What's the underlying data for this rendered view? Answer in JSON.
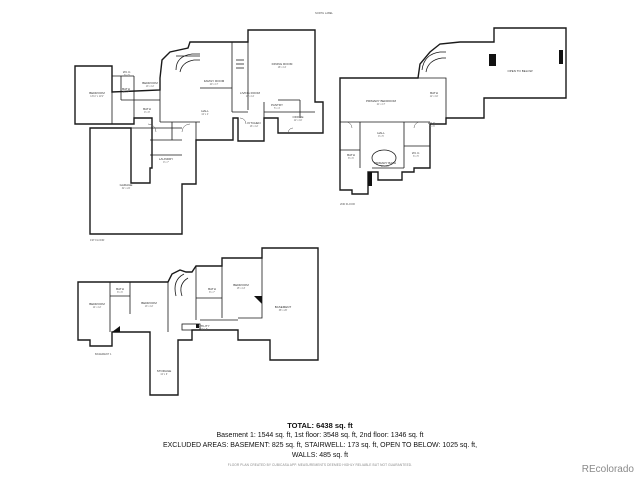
{
  "floorplans": {
    "upper_left": {
      "north_label": "NORTH LABEL",
      "rooms": [
        {
          "name": "BEDROOM",
          "size": "13'11\" x 11'9\""
        },
        {
          "name": "BATH",
          "size": "8' x 7'"
        },
        {
          "name": "W.I.C.",
          "size": "6' x 5'"
        },
        {
          "name": "BEDROOM",
          "size": "13' x 12'"
        },
        {
          "name": "BATH",
          "size": "9' x 8'"
        },
        {
          "name": "FAMILY ROOM",
          "size": "20' x 17'"
        },
        {
          "name": "DINING ROOM",
          "size": "18' x 14'"
        },
        {
          "name": "OFFICE",
          "size": "12' x 10'"
        },
        {
          "name": "HALL",
          "size": "10' x 4'"
        },
        {
          "name": "LAUNDRY",
          "size": "9' x 7'"
        },
        {
          "name": "KITCHEN",
          "size": "16' x 12'"
        },
        {
          "name": "LIVING ROOM",
          "size": "16' x 14'"
        },
        {
          "name": "PANTRY",
          "size": "5' x 4'"
        },
        {
          "name": "GARAGE",
          "size": "32' x 24'"
        },
        {
          "name": "1ST FLOOR",
          "size": ""
        }
      ]
    },
    "upper_right": {
      "rooms": [
        {
          "name": "OPEN TO BELOW",
          "size": ""
        },
        {
          "name": "PRIMARY BEDROOM",
          "size": "21' x 17'"
        },
        {
          "name": "HALL",
          "size": "9' x 5'"
        },
        {
          "name": "BATH",
          "size": "12' x 10'"
        },
        {
          "name": "W.I.C.",
          "size": "8' x 6'"
        },
        {
          "name": "PRIMARY BATH",
          "size": "14' x 12'"
        },
        {
          "name": "BATH",
          "size": "8' x 6'"
        },
        {
          "name": "W.I.C.",
          "size": "6' x 5'"
        },
        {
          "name": "2ND FLOOR",
          "size": ""
        }
      ]
    },
    "lower": {
      "rooms": [
        {
          "name": "BEDROOM",
          "size": "14' x 12'"
        },
        {
          "name": "BATH",
          "size": "8' x 6'"
        },
        {
          "name": "BEDROOM",
          "size": "13' x 12'"
        },
        {
          "name": "BATH",
          "size": "8' x 7'"
        },
        {
          "name": "BEDROOM",
          "size": "15' x 13'"
        },
        {
          "name": "BASEMENT",
          "size": "38' x 26'"
        },
        {
          "name": "UTILITY",
          "size": "10' x 8'"
        },
        {
          "name": "STORAGE",
          "size": "10' x 6'"
        },
        {
          "name": "BASEMENT 1",
          "size": ""
        }
      ]
    }
  },
  "summary": {
    "total": "TOTAL: 6438 sq. ft",
    "line1": "Basement 1: 1544 sq. ft, 1st floor: 3548 sq. ft, 2nd floor: 1346 sq. ft",
    "line2": "EXCLUDED AREAS: BASEMENT: 825 sq. ft, STAIRWELL: 173 sq. ft, OPEN TO BELOW: 1025 sq. ft,",
    "line3": "WALLS: 485 sq. ft"
  },
  "disclaimer": "FLOOR PLAN CREATED BY CUBICASA APP. MEASUREMENTS DEEMED HIGHLY RELIABLE BUT NOT GUARANTEED.",
  "brand": "REcolorado"
}
